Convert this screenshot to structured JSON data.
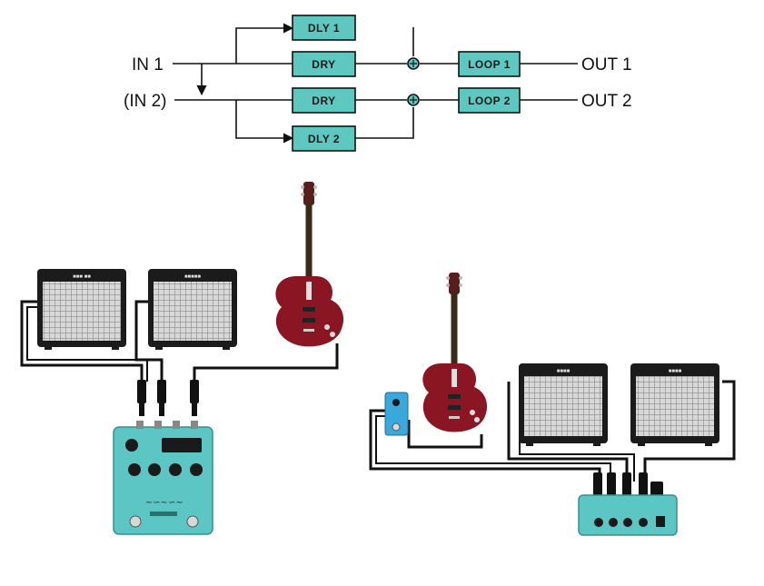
{
  "signal_flow": {
    "inputs": [
      "IN 1",
      "(IN 2)"
    ],
    "outputs": [
      "OUT 1",
      "OUT 2"
    ],
    "blocks": {
      "dly1": "DLY 1",
      "dry1": "DRY",
      "dry2": "DRY",
      "dly2": "DLY 2",
      "loop1": "LOOP 1",
      "loop2": "LOOP 2"
    }
  },
  "colors": {
    "block_fill": "#5ec8c0",
    "pedal_body": "#5cc6c4",
    "guitar_body": "#8a1624",
    "cable": "#111111",
    "amp_frame": "#1b1b1b",
    "mini_pedal": "#39a9dc"
  },
  "illustrations": {
    "left_setup": [
      "amp-icon",
      "amp-icon",
      "guitar-icon",
      "stereo-pedal-icon"
    ],
    "right_setup": [
      "amp-icon",
      "amp-icon",
      "guitar-icon",
      "mini-pedal-icon",
      "stereo-pedal-icon"
    ]
  }
}
